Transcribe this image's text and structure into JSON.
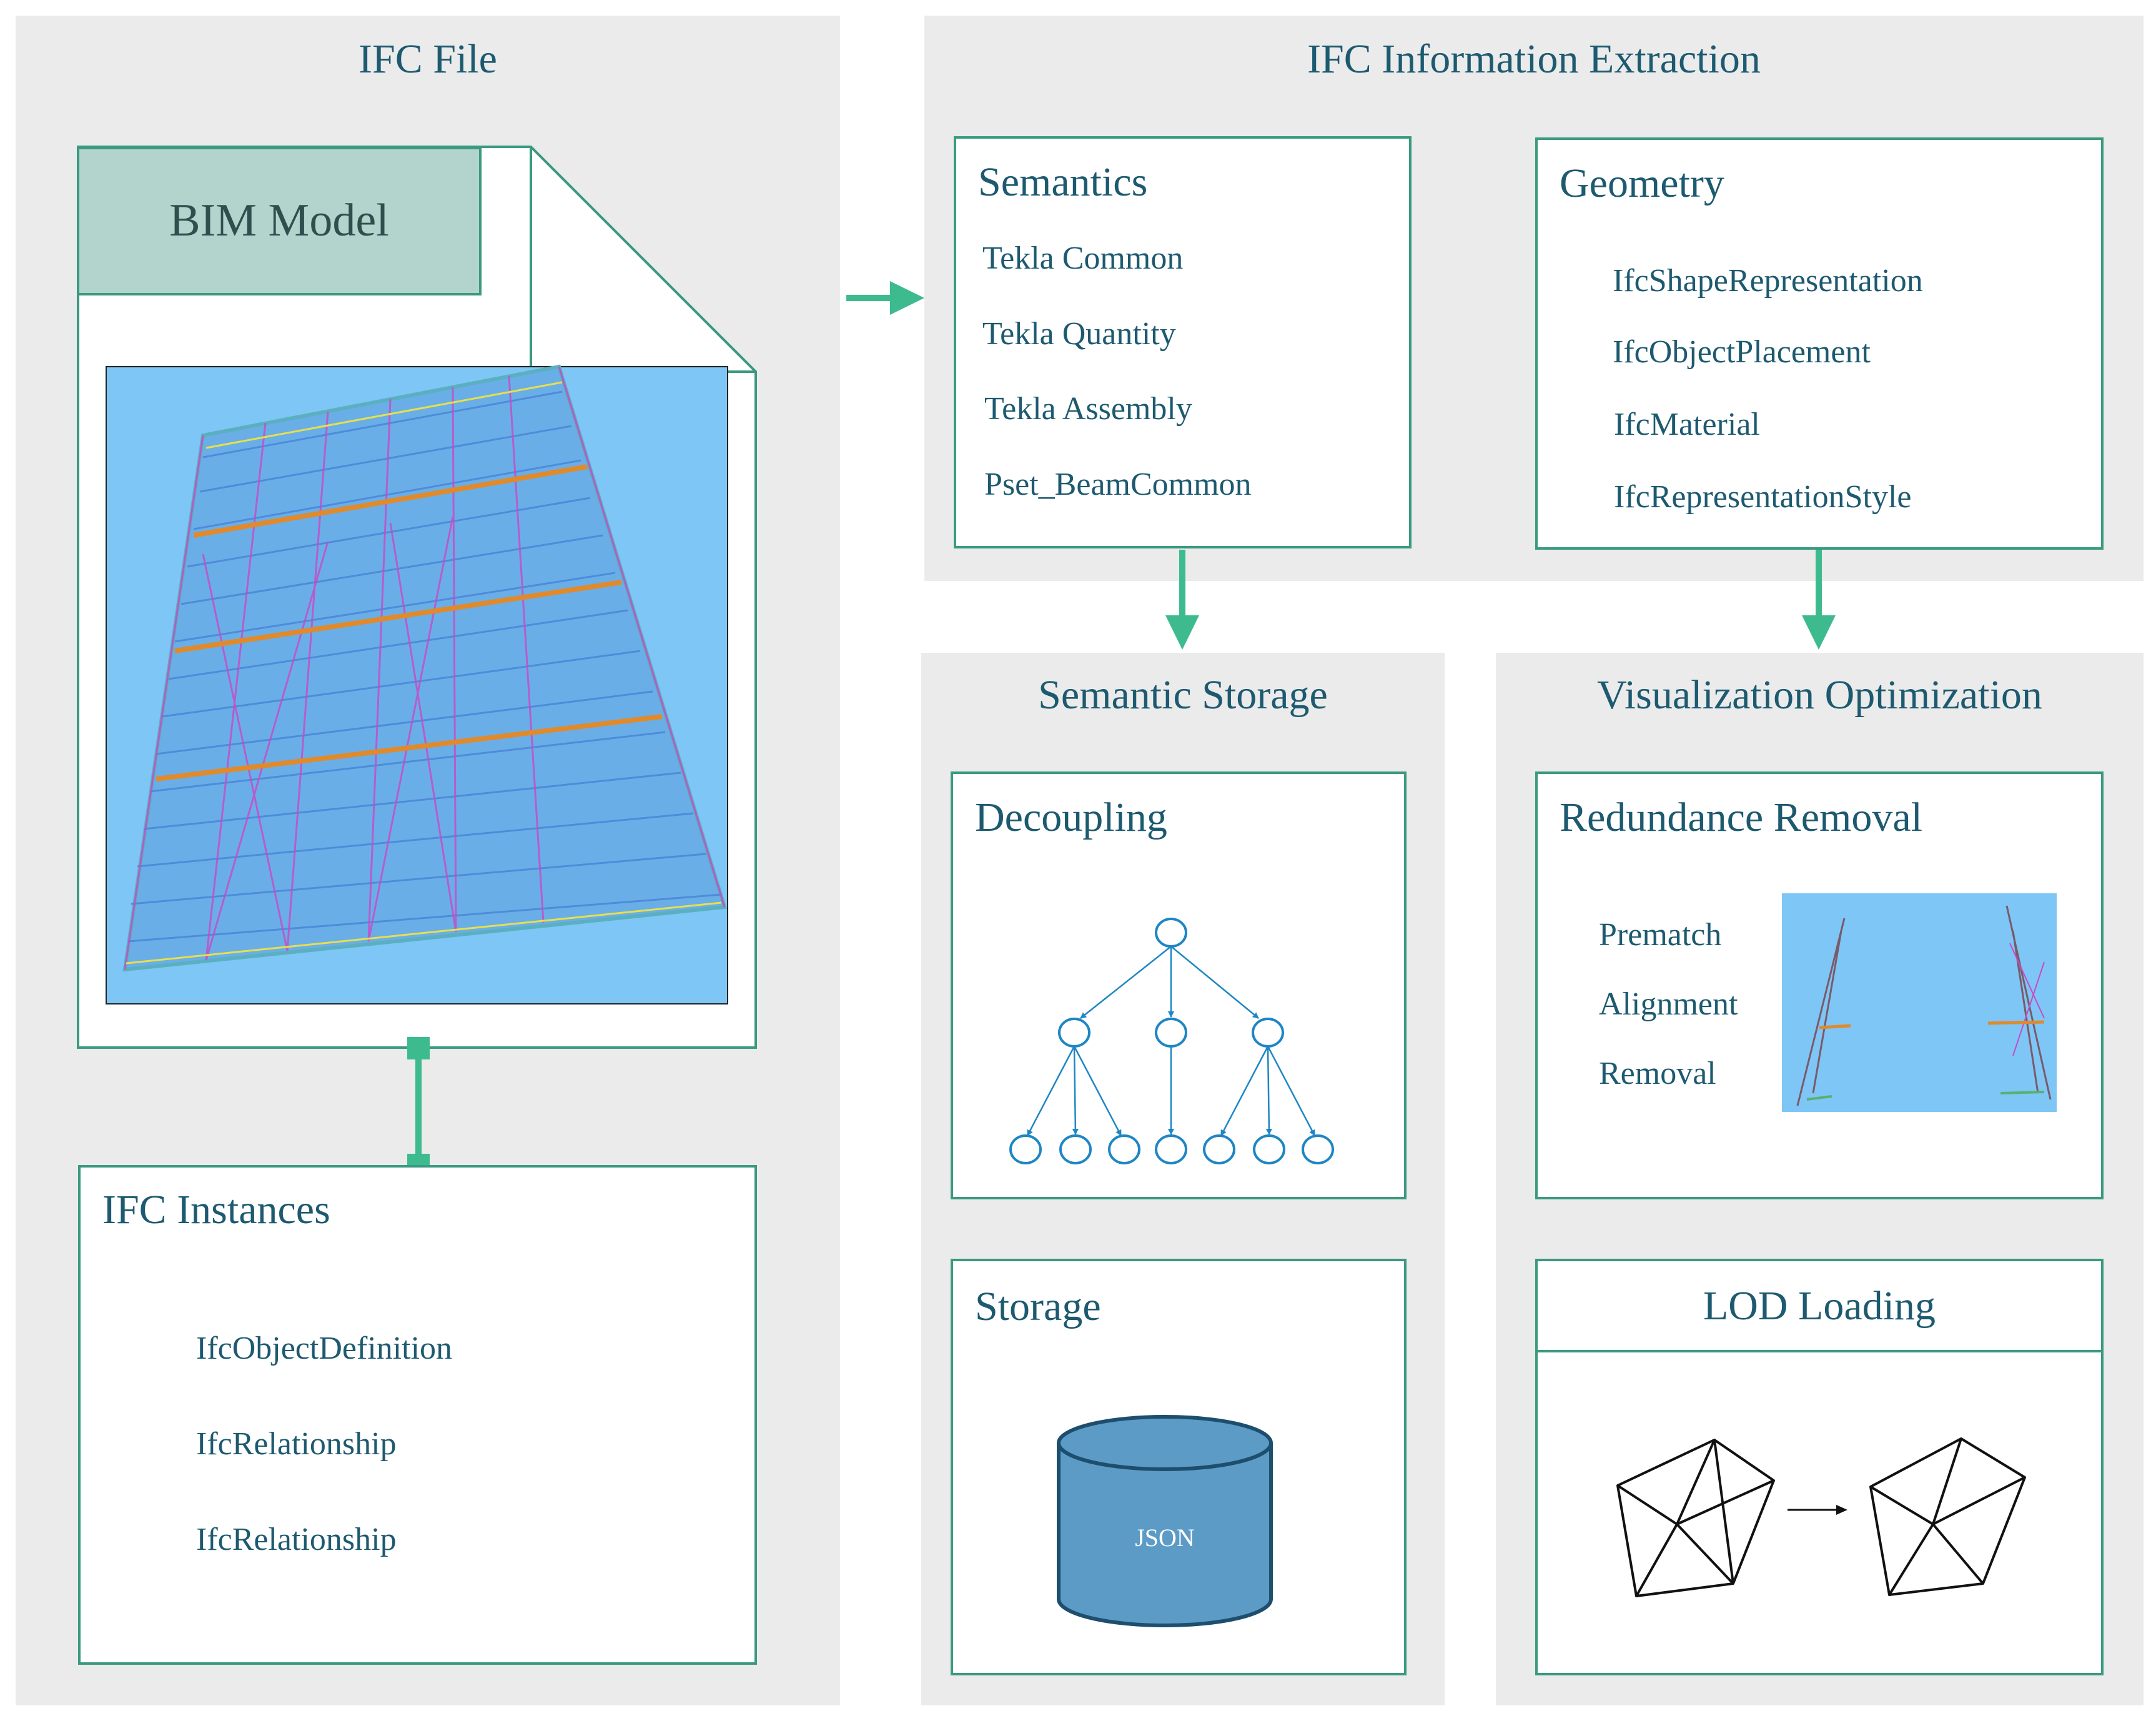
{
  "ifc_file": {
    "title": "IFC File",
    "bim_model_label": "BIM Model",
    "instances": {
      "title": "IFC Instances",
      "items": [
        "IfcObjectDefinition",
        "IfcRelationship",
        "IfcRelationship"
      ]
    }
  },
  "extraction": {
    "title": "IFC Information Extraction",
    "semantics": {
      "title": "Semantics",
      "items": [
        "Tekla Common",
        "Tekla Quantity",
        "Tekla Assembly",
        "Pset_BeamCommon"
      ]
    },
    "geometry": {
      "title": "Geometry",
      "items": [
        "IfcShapeRepresentation",
        "IfcObjectPlacement",
        "IfcMaterial",
        "IfcRepresentationStyle"
      ]
    }
  },
  "semantic_storage": {
    "title": "Semantic Storage",
    "decoupling": {
      "title": "Decoupling"
    },
    "storage": {
      "title": "Storage",
      "db_label": "JSON"
    }
  },
  "visualization": {
    "title": "Visualization Optimization",
    "redundance": {
      "title": "Redundance Removal",
      "items": [
        "Prematch",
        "Alignment",
        "Removal"
      ]
    },
    "lod": {
      "title": "LOD Loading"
    }
  },
  "colors": {
    "panel": "#ebebeb",
    "border": "#3a9a7f",
    "text": "#1d5a70",
    "arrow": "#3dbb8f",
    "bim_label_bg": "#b2d4cc",
    "model_bg": "#7ec6f5",
    "tree": "#1e86c4",
    "json_cylinder": "#5b9bc6"
  }
}
